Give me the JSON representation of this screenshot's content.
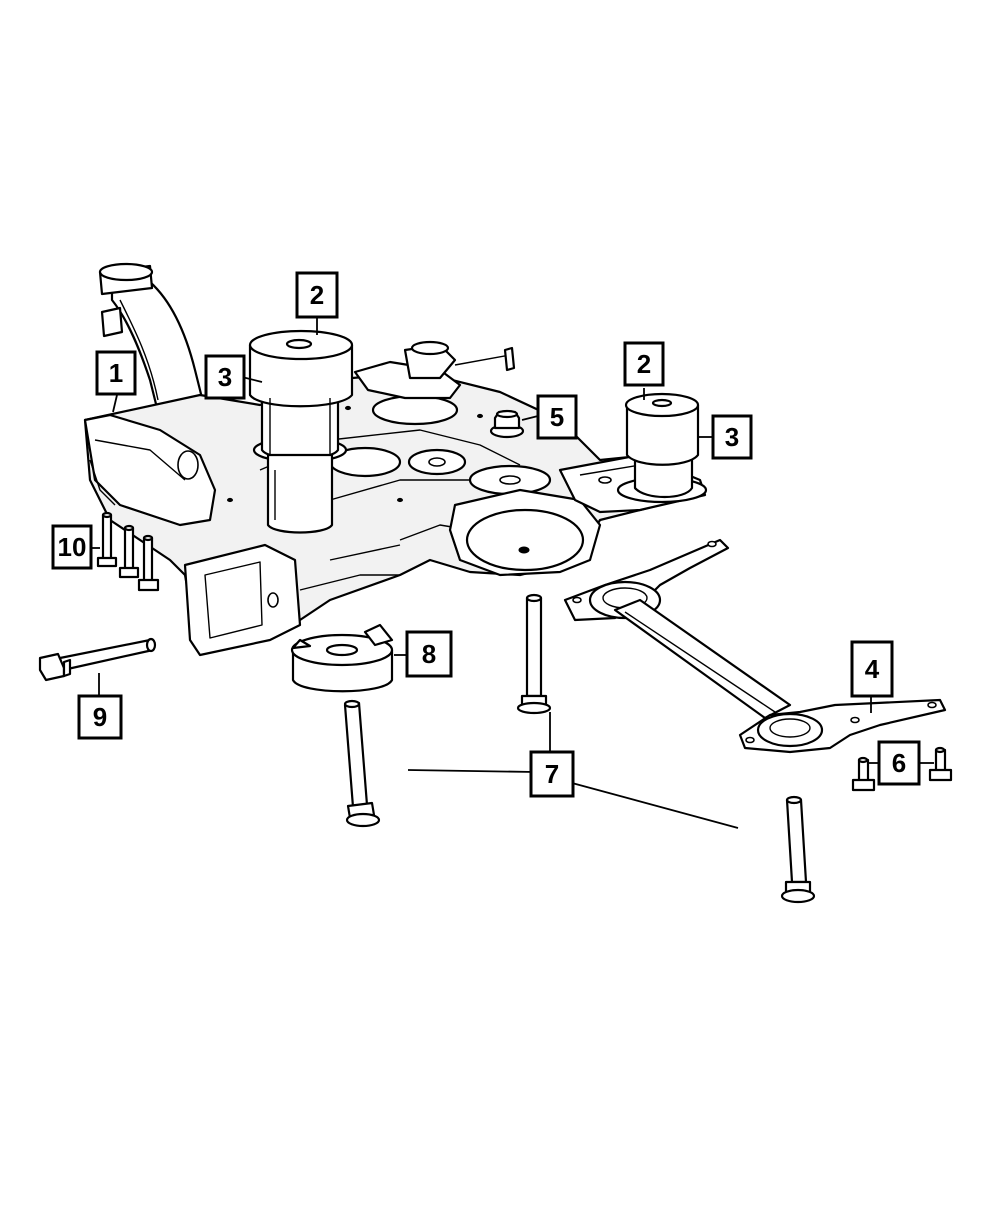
{
  "callouts": [
    {
      "id": "c1",
      "label": "1"
    },
    {
      "id": "c2a",
      "label": "2"
    },
    {
      "id": "c2b",
      "label": "2"
    },
    {
      "id": "c3a",
      "label": "3"
    },
    {
      "id": "c3b",
      "label": "3"
    },
    {
      "id": "c4",
      "label": "4"
    },
    {
      "id": "c5",
      "label": "5"
    },
    {
      "id": "c6",
      "label": "6"
    },
    {
      "id": "c7",
      "label": "7"
    },
    {
      "id": "c8",
      "label": "8"
    },
    {
      "id": "c9",
      "label": "9"
    },
    {
      "id": "c10",
      "label": "10"
    }
  ]
}
